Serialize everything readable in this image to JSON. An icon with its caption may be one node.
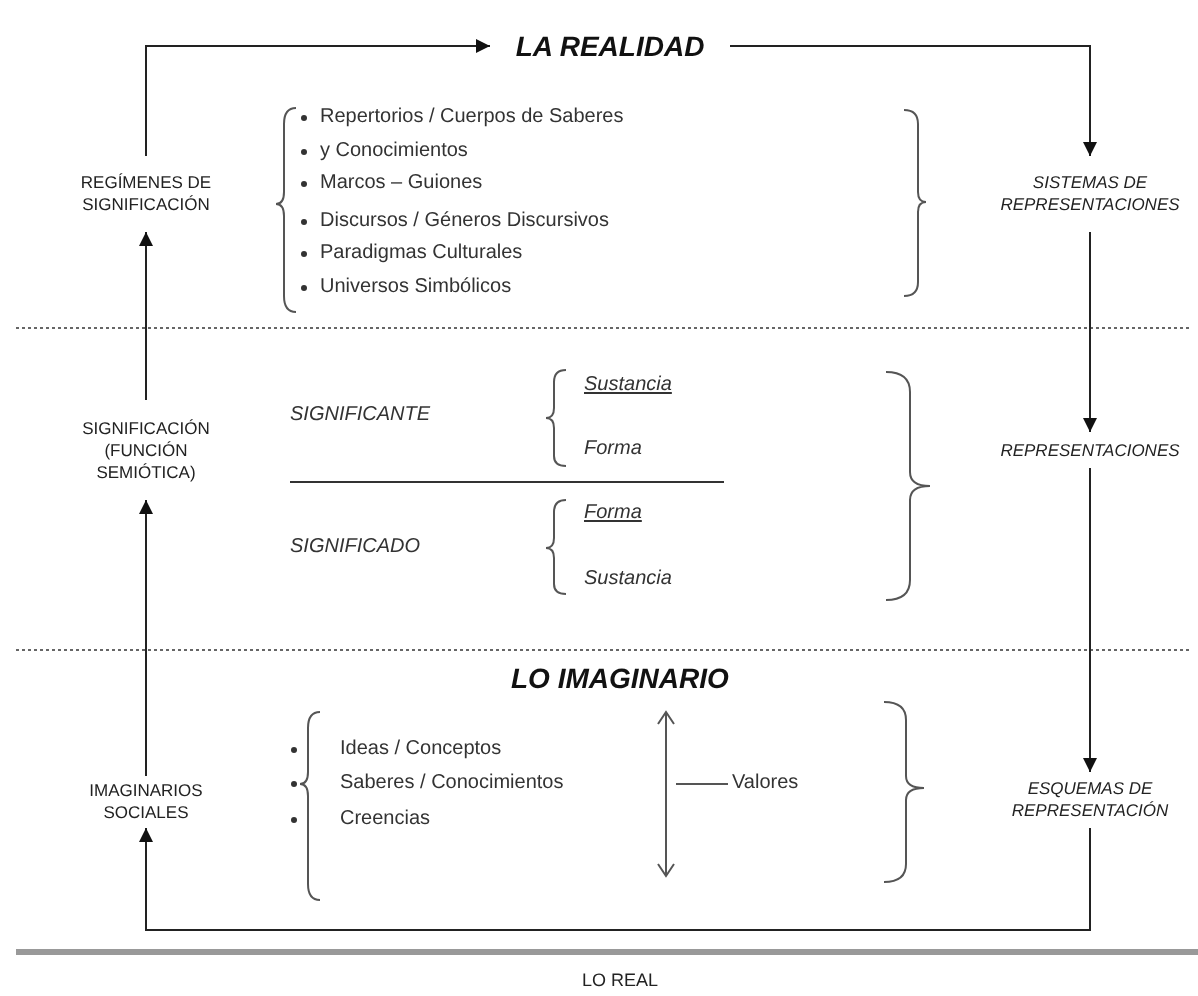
{
  "diagram": {
    "nodes": [
      {
        "text": [
          "LA REALIDAD"
        ]
      },
      {
        "text": [
          "REGÍMENES DE SIGNIFICACIÓN"
        ]
      },
      {
        "text": [
          "SISTEMAS DE REPRESENTACIONES"
        ]
      },
      {
        "text": [
          "SIGNIFICACIÓN (FUNCIÓN SEMIÓTICA)"
        ]
      },
      {
        "text": [
          "REPRESENTACIONES"
        ]
      },
      {
        "text": [
          "IMAGINARIOS SOCIALES"
        ]
      },
      {
        "text": [
          "ESQUEMAS DE REPRESENTACIÓN"
        ]
      }
    ],
    "edges": [
      {
        "from": 1,
        "to": 0,
        "arrow": "to"
      },
      {
        "from": 0,
        "to": 2,
        "arrow": "to"
      },
      {
        "from": 2,
        "to": 4,
        "arrow": "to"
      },
      {
        "from": 4,
        "to": 6,
        "arrow": "to"
      },
      {
        "from": 6,
        "to": 5,
        "arrow": "to"
      },
      {
        "from": 5,
        "to": 3,
        "arrow": "to"
      },
      {
        "from": 3,
        "to": 1,
        "arrow": "to"
      }
    ],
    "labels": [
      "Repertorios / Cuerpos de Saberes",
      "y Conocimientos",
      "Marcos – Guiones",
      "Discursos / Géneros Discursivos",
      "Paradigmas Culturales",
      "Universos Simbólicos",
      "Sustancia",
      "SIGNIFICANTE",
      "Forma",
      "Forma",
      "SIGNIFICADO",
      "Sustancia",
      "LO IMAGINARIO",
      "Ideas / Conceptos",
      "Saberes / Conocimientos",
      "Valores",
      "Creencias",
      "LO REAL"
    ]
  }
}
